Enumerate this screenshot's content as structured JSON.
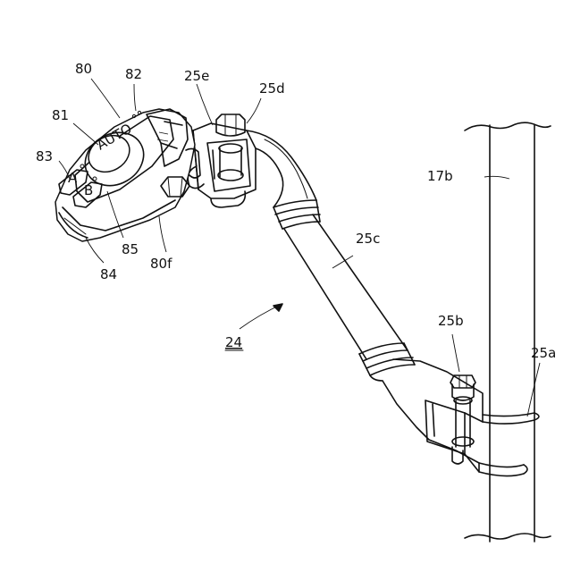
{
  "figure": {
    "labels": {
      "l80": "80",
      "l82": "82",
      "l25e": "25e",
      "l25d": "25d",
      "l81": "81",
      "l83": "83",
      "l17b": "17b",
      "l25c": "25c",
      "l85": "85",
      "l80f": "80f",
      "l84": "84",
      "l24": "24",
      "l25b": "25b",
      "l25a": "25a"
    },
    "switch_text": {
      "main_button": "AUTO",
      "button_a": "A",
      "button_b": "B"
    }
  }
}
